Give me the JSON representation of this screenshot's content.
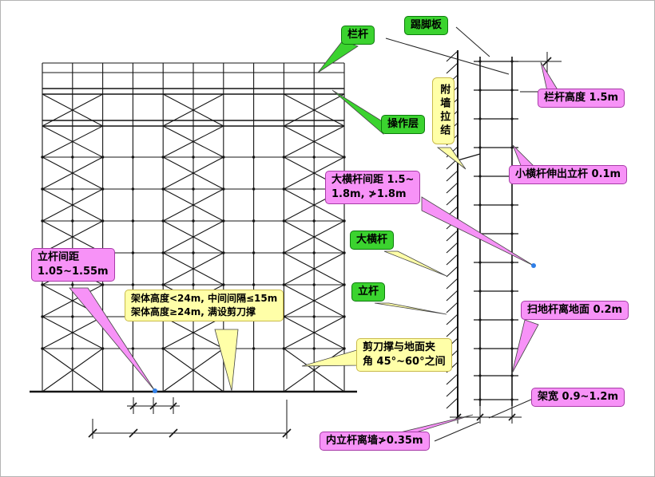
{
  "figure": {
    "background": "#ffffff",
    "border_color": "#b4b4b4",
    "colors": {
      "green": "#3bd32f",
      "yellow": "#ffffa8",
      "pink": "#f792f7",
      "blue": "#2f7fe8",
      "line": "#141414"
    }
  },
  "labels": {
    "railing": "栏杆",
    "toeboard": "踢脚板",
    "operation_layer": "操作层",
    "wall_tie": "附墙拉结",
    "longitudinal_spacing_line1": "大横杆间距 1.5~",
    "longitudinal_spacing_line2": "1.8m, ≯1.8m",
    "railing_height": "栏杆高度 1.5m",
    "small_crossbar": "小横杆伸出立杆 0.1m",
    "pole_spacing_line1": "立杆间距",
    "pole_spacing_line2": "1.05~1.55m",
    "longitudinal_bar": "大横杆",
    "pole": "立杆",
    "frame_height_line1": "架体高度<24m, 中间间隔≤15m",
    "frame_height_line2": "架体高度≥24m, 满设剪刀撑",
    "scissor_brace_line1": "剪刀撑与地面夹",
    "scissor_brace_line2": "角 45°~60°之间",
    "sweep_bar": "扫地杆离地面 0.2m",
    "frame_width": "架宽 0.9~1.2m",
    "inner_pole": "内立杆离墙≯0.35m"
  }
}
